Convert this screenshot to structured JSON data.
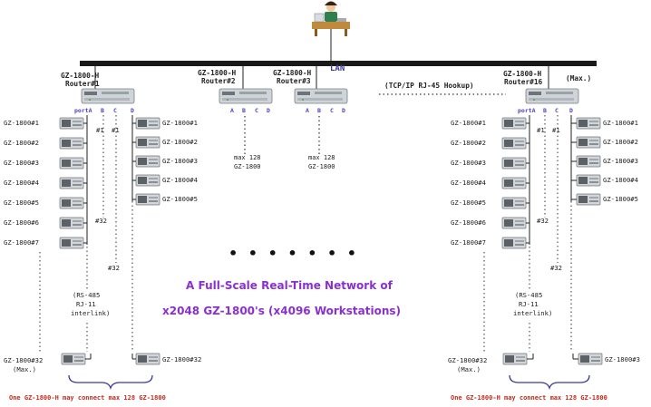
{
  "lan": {
    "label": "LAN"
  },
  "tcpip_note": "(TCP/IP RJ-45 Hookup)",
  "max_note": "(Max.)",
  "routers": [
    {
      "model": "GZ-1800-H",
      "name": "Router#1"
    },
    {
      "model": "GZ-1800-H",
      "name": "Router#2"
    },
    {
      "model": "GZ-1800-H",
      "name": "Router#3"
    },
    {
      "model": "GZ-1800-H",
      "name": "Router#16"
    }
  ],
  "ports": [
    "A",
    "B",
    "C",
    "D"
  ],
  "port_label_first": "portA",
  "left_port_a_units": [
    "GZ-1800#1",
    "GZ-1800#2",
    "GZ-1800#3",
    "GZ-1800#4",
    "GZ-1800#5",
    "GZ-1800#6",
    "GZ-1800#7"
  ],
  "left_port_d_units": [
    "GZ-1800#1",
    "GZ-1800#2",
    "GZ-1800#3",
    "GZ-1800#4",
    "GZ-1800#5"
  ],
  "right_port_a_units": [
    "GZ-1800#1",
    "GZ-1800#2",
    "GZ-1800#3",
    "GZ-1800#4",
    "GZ-1800#5",
    "GZ-1800#6",
    "GZ-1800#7"
  ],
  "right_port_d_units": [
    "GZ-1800#1",
    "GZ-1800#2",
    "GZ-1800#3",
    "GZ-1800#4",
    "GZ-1800#5"
  ],
  "hash1": "#1",
  "hash32": "#32",
  "bottom_left_unit": "GZ-1800#32",
  "bottom_right_unit_left": "GZ-1800#32",
  "bottom_right_unit_right": "GZ-1800#3",
  "max_small": "(Max.)",
  "max128_line1": "max 128",
  "max128_line2": "GZ-1800",
  "interlink": [
    "(RS-485",
    "RJ-11",
    "interlink)"
  ],
  "title_line1": "A Full-Scale Real-Time Network of",
  "title_line2": "x2048 GZ-1800's (x4096 Workstations)",
  "footer": "One GZ-1800-H may connect max 128 GZ-1800",
  "ellipsis": "•  •  •  •  •  •  •",
  "colors": {
    "bus": "#1a1a1a",
    "title": "#8a2fd0",
    "footer": "#c8291a",
    "port": "#4b3fbf"
  }
}
